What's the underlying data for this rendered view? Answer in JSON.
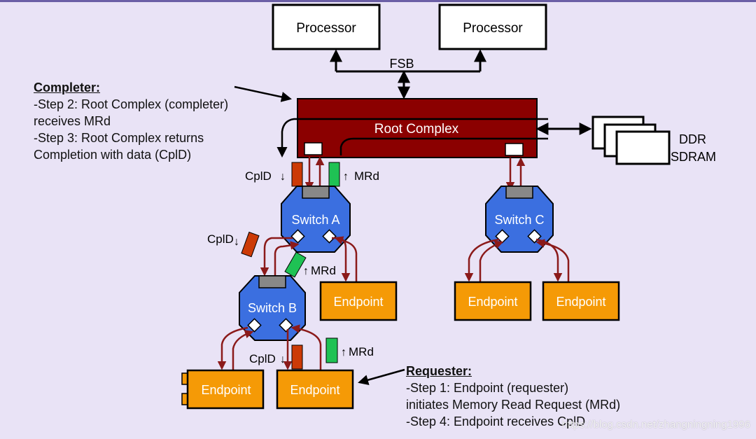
{
  "processors": [
    "Processor",
    "Processor"
  ],
  "fsb_label": "FSB",
  "root_complex_label": "Root Complex",
  "memory_label_line1": "DDR",
  "memory_label_line2": "SDRAM",
  "switches": [
    "Switch A",
    "Switch B",
    "Switch C"
  ],
  "endpoint_label": "Endpoint",
  "tlp_labels": {
    "cpld_rc": "CplD",
    "mrd_rc": "MRd",
    "cpld_ab": "CplD",
    "mrd_ab": "MRd",
    "cpld_ep": "CplD",
    "mrd_ep": "MRd"
  },
  "completer": {
    "heading": "Completer:",
    "lines": [
      "-Step 2: Root Complex (completer)",
      "receives MRd",
      "-Step 3: Root Complex returns",
      "Completion with data (CplD)"
    ]
  },
  "requester": {
    "heading": "Requester:",
    "lines": [
      "-Step 1: Endpoint (requester)",
      "initiates Memory Read Request (MRd)",
      "-Step 4: Endpoint receives CplD"
    ]
  },
  "watermark": "https://blog.csdn.net/zhangningning1996",
  "colors": {
    "background": "#e9e3f6",
    "root_complex": "#8b0000",
    "switch": "#3b6fe0",
    "endpoint": "#f59a06",
    "cpld_packet": "#cc3a06",
    "mrd_packet": "#1fc254",
    "link": "#8b1a1a"
  }
}
